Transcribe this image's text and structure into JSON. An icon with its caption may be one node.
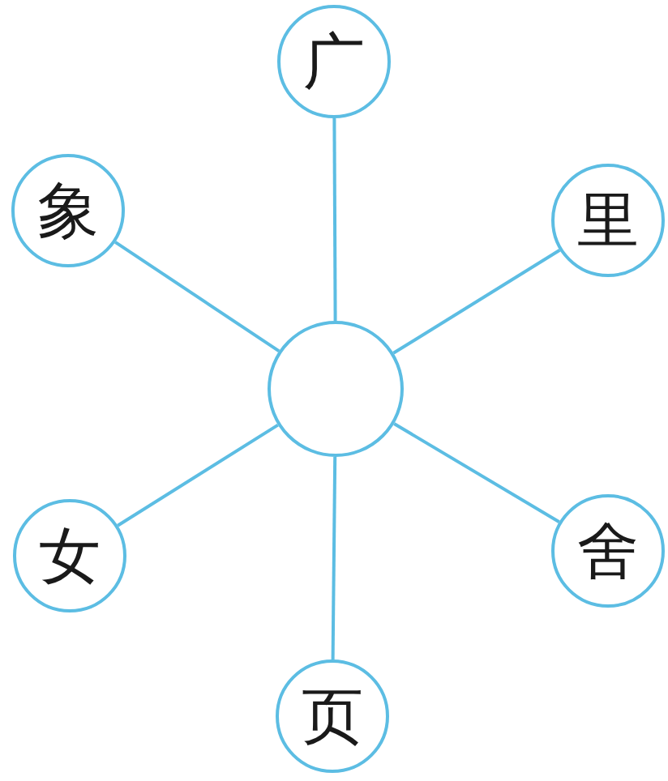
{
  "diagram": {
    "nodes": [
      {
        "text": [
          "广"
        ]
      },
      {
        "text": [
          "象"
        ]
      },
      {
        "text": [
          "里"
        ]
      },
      {
        "text": [],
        "shape": "circle"
      },
      {
        "text": [
          "女"
        ]
      },
      {
        "text": [
          "舍"
        ]
      },
      {
        "text": [
          "页"
        ]
      }
    ],
    "edges": [
      {
        "from": 3,
        "to": 0,
        "arrow": "none"
      },
      {
        "from": 3,
        "to": 1,
        "arrow": "none"
      },
      {
        "from": 3,
        "to": 2,
        "arrow": "none"
      },
      {
        "from": 3,
        "to": 4,
        "arrow": "none"
      },
      {
        "from": 3,
        "to": 5,
        "arrow": "none"
      },
      {
        "from": 3,
        "to": 6,
        "arrow": "none"
      }
    ]
  }
}
